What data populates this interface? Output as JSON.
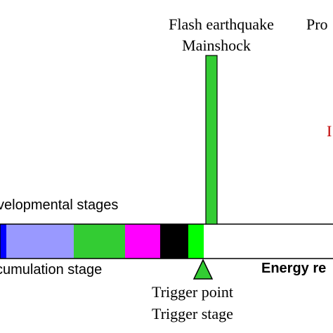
{
  "labels": {
    "flash_earthquake": "Flash earthquake",
    "mainshock": "Mainshock",
    "right_top": "Pro",
    "right_red": "I",
    "developmental_stages": "velopmental stages",
    "accumulation_stage": "cumulation stage",
    "energy_release": "Energy re",
    "trigger_point": "Trigger point",
    "trigger_stage": "Trigger stage"
  },
  "colors": {
    "mainshock_bar": "#33cc33",
    "trigger_marker": "#33cc33",
    "red_label": "#c00000",
    "segments": [
      "#0000ff",
      "#9999ff",
      "#33cc33",
      "#ff00ff",
      "#000000",
      "#00ff00"
    ]
  }
}
